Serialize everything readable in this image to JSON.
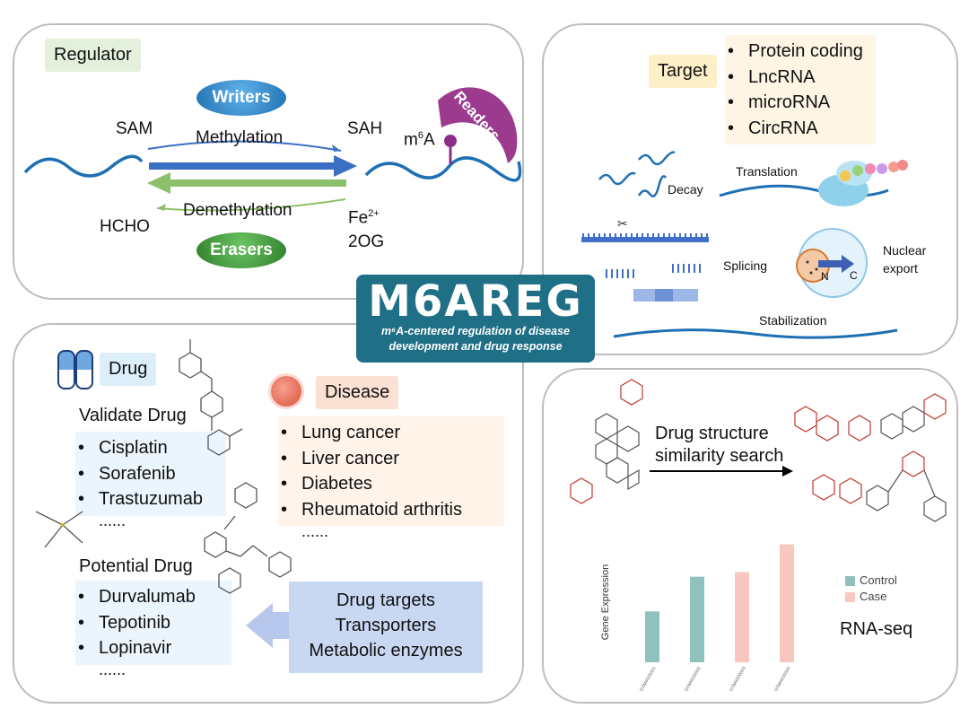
{
  "regulator": {
    "tag": "Regulator",
    "writers": "Writers",
    "erasers": "Erasers",
    "readers": "Readers",
    "sam": "SAM",
    "sah": "SAH",
    "methylation": "Methylation",
    "demethylation": "Demethylation",
    "hcho": "HCHO",
    "fe": "Fe",
    "fe_sup": "2+",
    "og": "2OG",
    "m6a_pre": "m",
    "m6a_sup": "6",
    "m6a_post": "A"
  },
  "target": {
    "tag": "Target",
    "items": [
      "Protein coding",
      "LncRNA",
      "microRNA",
      "CircRNA"
    ],
    "decay": "Decay",
    "translation": "Translation",
    "splicing": "Splicing",
    "nuclear": "Nuclear",
    "export": "export",
    "stabilization": "Stabilization",
    "n": "N",
    "c": "C"
  },
  "center": {
    "title": "M6AREG",
    "sub1": "m⁶A-centered regulation of disease",
    "sub2": "development and drug response"
  },
  "drug": {
    "tag": "Drug",
    "validate_heading": "Validate Drug",
    "validate_items": [
      "Cisplatin",
      "Sorafenib",
      "Trastuzumab"
    ],
    "validate_more": "......",
    "potential_heading": "Potential Drug",
    "potential_items": [
      "Durvalumab",
      "Tepotinib",
      "Lopinavir"
    ],
    "potential_more": "......",
    "box_lines": [
      "Drug targets",
      "Transporters",
      "Metabolic enzymes"
    ]
  },
  "disease": {
    "tag": "Disease",
    "items": [
      "Lung cancer",
      "Liver cancer",
      "Diabetes",
      "Rheumatoid arthritis"
    ],
    "more": "......"
  },
  "similarity": {
    "line1": "Drug structure",
    "line2": "similarity search",
    "rnaseq": "RNA-seq"
  },
  "chart_data": {
    "type": "bar",
    "title": "",
    "xlabel": "",
    "ylabel": "Gene Expression",
    "categories": [
      "GSM4000001",
      "GSM4000002",
      "GSM4000003",
      "GSM4000004"
    ],
    "series": [
      {
        "name": "Control",
        "color": "#8fc1bf",
        "values": [
          22,
          37,
          0,
          0
        ]
      },
      {
        "name": "Case",
        "color": "#f8c7c0",
        "values": [
          0,
          0,
          39,
          51
        ]
      }
    ],
    "ylim": [
      0,
      52
    ],
    "legend": "right",
    "grid": false
  },
  "colors": {
    "writers": "#2e86c8",
    "erasers": "#3f9a3a",
    "readers": "#9c3b8e",
    "methyl_arrow": "#3b6fc4",
    "demethyl_arrow": "#8cc06a",
    "title_bg": "#1f6f86",
    "drug_tag": "#dbeefa",
    "disease_tag": "#fbe1d4",
    "target_tag": "#fdf0c8",
    "regulator_tag": "#e3f1dc"
  }
}
